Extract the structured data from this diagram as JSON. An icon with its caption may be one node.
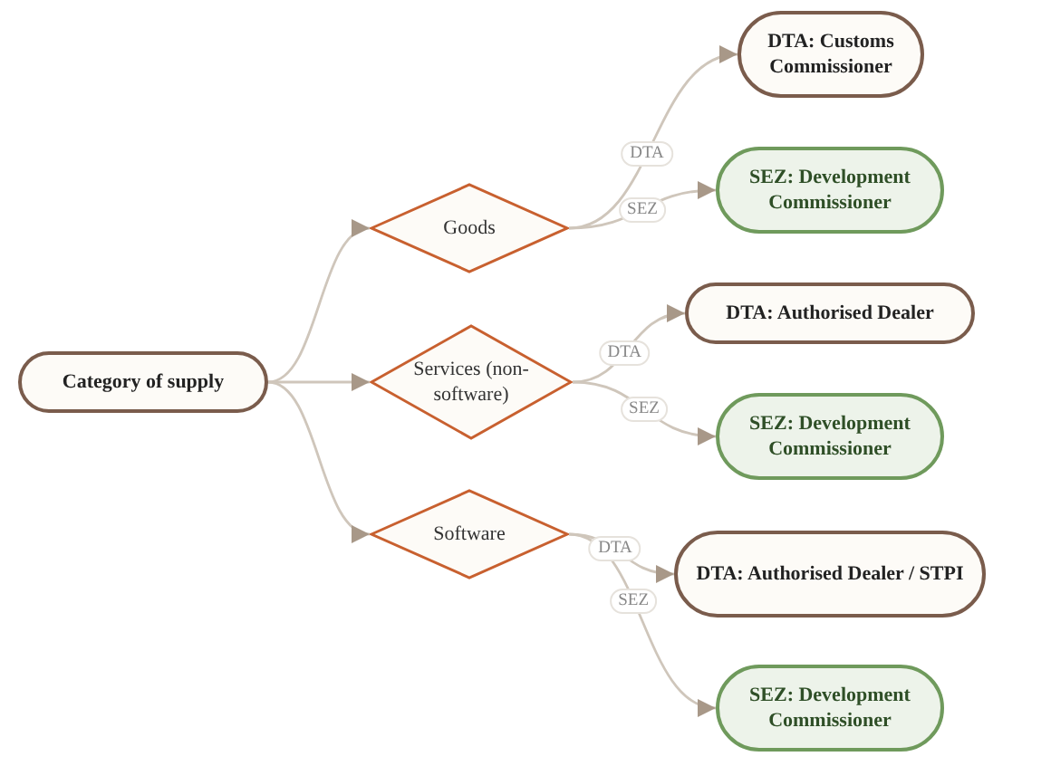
{
  "diagram": {
    "nodes": [
      {
        "text": [
          "Category of supply"
        ]
      },
      {
        "text": [
          "Goods"
        ]
      },
      {
        "text": [
          "Services (non-software)"
        ]
      },
      {
        "text": [
          "Software"
        ]
      },
      {
        "text": [
          "DTA: Customs Commissioner"
        ]
      },
      {
        "text": [
          "SEZ: Development Commissioner"
        ]
      },
      {
        "text": [
          "DTA: Authorised Dealer"
        ]
      },
      {
        "text": [
          "SEZ: Development Commissioner"
        ]
      },
      {
        "text": [
          "DTA: Authorised Dealer / STPI"
        ]
      },
      {
        "text": [
          "SEZ: Development Commissioner"
        ]
      }
    ],
    "edges": [
      {
        "from": 0,
        "to": 1,
        "arrow": "to"
      },
      {
        "from": 0,
        "to": 2,
        "arrow": "to"
      },
      {
        "from": 0,
        "to": 3,
        "arrow": "to"
      },
      {
        "from": 1,
        "to": 4,
        "label": "DTA",
        "arrow": "to"
      },
      {
        "from": 1,
        "to": 5,
        "label": "SEZ",
        "arrow": "to"
      },
      {
        "from": 2,
        "to": 6,
        "label": "DTA",
        "arrow": "to"
      },
      {
        "from": 2,
        "to": 7,
        "label": "SEZ",
        "arrow": "to"
      },
      {
        "from": 3,
        "to": 8,
        "label": "DTA",
        "arrow": "to"
      },
      {
        "from": 3,
        "to": 9,
        "label": "SEZ",
        "arrow": "to"
      }
    ]
  }
}
